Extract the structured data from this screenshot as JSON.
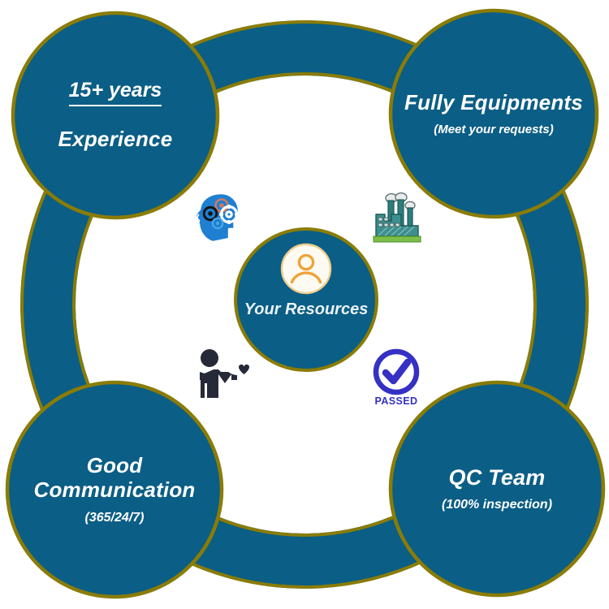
{
  "diagram": {
    "title": "Your Resources capability wheel",
    "type": "ring-hub-and-spoke",
    "colors": {
      "node_fill": "#0b5e85",
      "node_stroke": "#8a7c06",
      "ring_fill": "#0b5e85",
      "ring_stroke": "#8a7c06",
      "text": "#ffffff",
      "center_icon": "#eda437",
      "passed_blue": "#3531c4",
      "brain_blue": "#1f7fd1",
      "factory_teal": "#2e7c7c",
      "person_dark": "#262a38",
      "background": "#ffffff"
    },
    "center": {
      "label": "Your Resources",
      "icon": "user-avatar-icon"
    },
    "nodes": [
      {
        "id": "experience",
        "position": "top-left",
        "heading": "15+ years",
        "heading_underlined": true,
        "body": "Experience",
        "sub": ""
      },
      {
        "id": "equipment",
        "position": "top-right",
        "heading": "",
        "heading_underlined": false,
        "body": "Fully Equipments",
        "sub": "(Meet your requests)"
      },
      {
        "id": "communication",
        "position": "bottom-left",
        "heading": "",
        "heading_underlined": false,
        "body_line1": "Good",
        "body_line2": "Communication",
        "sub": "(365/24/7)"
      },
      {
        "id": "qc",
        "position": "bottom-right",
        "heading": "",
        "heading_underlined": false,
        "body": "QC Team",
        "sub": "(100% inspection)"
      }
    ],
    "icons": [
      {
        "id": "brain-gears",
        "name": "head-with-gears-icon",
        "position": "upper-left-inner",
        "label": ""
      },
      {
        "id": "factory",
        "name": "factory-icon",
        "position": "upper-right-inner",
        "label": ""
      },
      {
        "id": "person-heart",
        "name": "person-holding-heart-icon",
        "position": "lower-left-inner",
        "label": ""
      },
      {
        "id": "passed",
        "name": "passed-check-badge-icon",
        "position": "lower-right-inner",
        "label": "PASSED"
      }
    ]
  }
}
